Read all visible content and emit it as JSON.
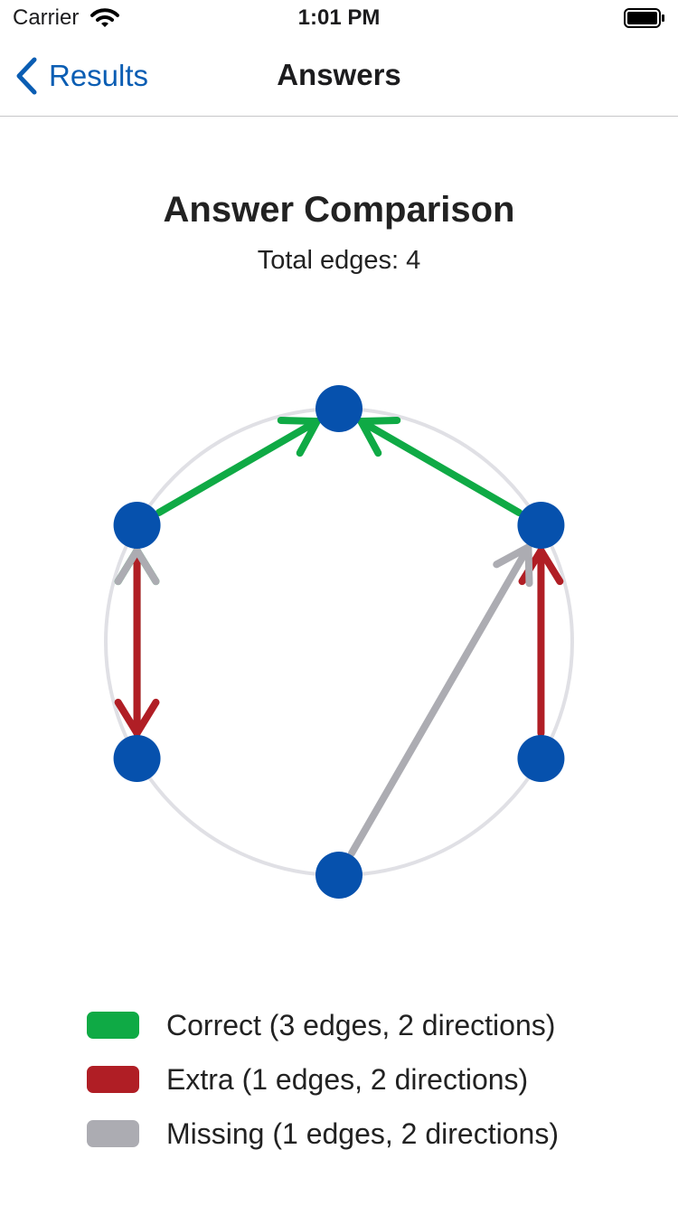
{
  "status_bar": {
    "carrier": "Carrier",
    "time": "1:01 PM",
    "wifi_icon": "wifi-icon",
    "battery_icon": "battery-icon"
  },
  "nav": {
    "back_label": "Results",
    "back_icon": "chevron-left-icon",
    "title": "Answers"
  },
  "content": {
    "title": "Answer Comparison",
    "subtitle": "Total edges: 4"
  },
  "colors": {
    "accent": "#0a5db3",
    "node": "#0651ad",
    "circle": "#e0e0e5",
    "correct": "#0faa45",
    "extra": "#b01e25",
    "missing": "#acacb2"
  },
  "graph": {
    "node_count": 6,
    "edges": [
      {
        "from": 5,
        "to": 0,
        "type": "correct",
        "arrow_at_to": true,
        "arrow_at_from": false
      },
      {
        "from": 1,
        "to": 0,
        "type": "correct",
        "arrow_at_to": true,
        "arrow_at_from": false
      },
      {
        "from": 2,
        "to": 1,
        "type": "correct",
        "arrow_at_to": true,
        "arrow_at_from": false
      },
      {
        "from": 1,
        "to": 2,
        "type": "extra",
        "arrow_at_to": true,
        "arrow_at_from": false
      },
      {
        "from": 4,
        "to": 5,
        "type": "extra",
        "arrow_at_to": true,
        "arrow_at_from": false
      },
      {
        "from": 3,
        "to": 5,
        "type": "missing",
        "arrow_at_to": true,
        "arrow_at_from": false
      },
      {
        "from": 1,
        "to": 2,
        "type": "missing",
        "arrow_at_to": false,
        "arrow_at_from": true
      }
    ]
  },
  "legend": [
    {
      "label": "Correct (3 edges, 2 directions)",
      "color": "#0faa45",
      "type": "correct"
    },
    {
      "label": "Extra (1 edges, 2 directions)",
      "color": "#b01e25",
      "type": "extra"
    },
    {
      "label": "Missing (1 edges, 2 directions)",
      "color": "#acacb2",
      "type": "missing"
    }
  ]
}
